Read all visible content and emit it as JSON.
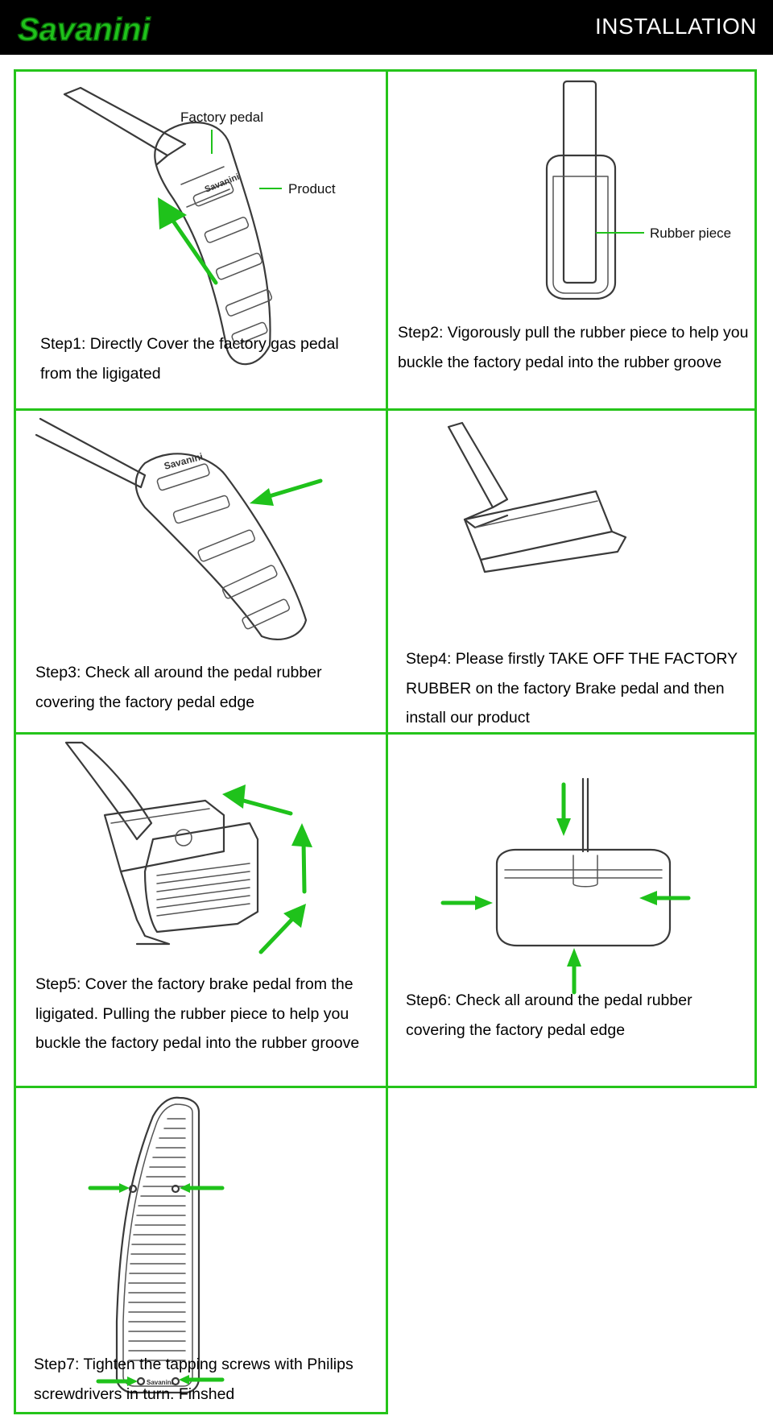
{
  "header": {
    "brand": "Savanini",
    "title": "INSTALLATION"
  },
  "colors": {
    "accent_green": "#25c41a",
    "header_bg": "#000000"
  },
  "steps": [
    {
      "id": 1,
      "text": "Step1: Directly Cover the factory gas pedal from the ligigated",
      "labels": {
        "factory_pedal": "Factory pedal",
        "product": "Product"
      }
    },
    {
      "id": 2,
      "text": "Step2: Vigorously pull the rubber piece to help you buckle the factory pedal into the rubber groove",
      "labels": {
        "rubber_piece": "Rubber piece"
      }
    },
    {
      "id": 3,
      "text": "Step3: Check all around the pedal rubber covering the factory pedal edge"
    },
    {
      "id": 4,
      "text": "Step4: Please firstly TAKE OFF THE FACTORY RUBBER on the factory Brake pedal and then install our product"
    },
    {
      "id": 5,
      "text": "Step5: Cover the factory brake pedal from the ligigated. Pulling the rubber piece to help you buckle the factory pedal into the rubber  groove"
    },
    {
      "id": 6,
      "text": "Step6: Check all around the pedal rubber covering the factory pedal edge"
    },
    {
      "id": 7,
      "text": "Step7: Tighten the tapping screws with Philips screwdrivers in turn. Finshed"
    }
  ]
}
